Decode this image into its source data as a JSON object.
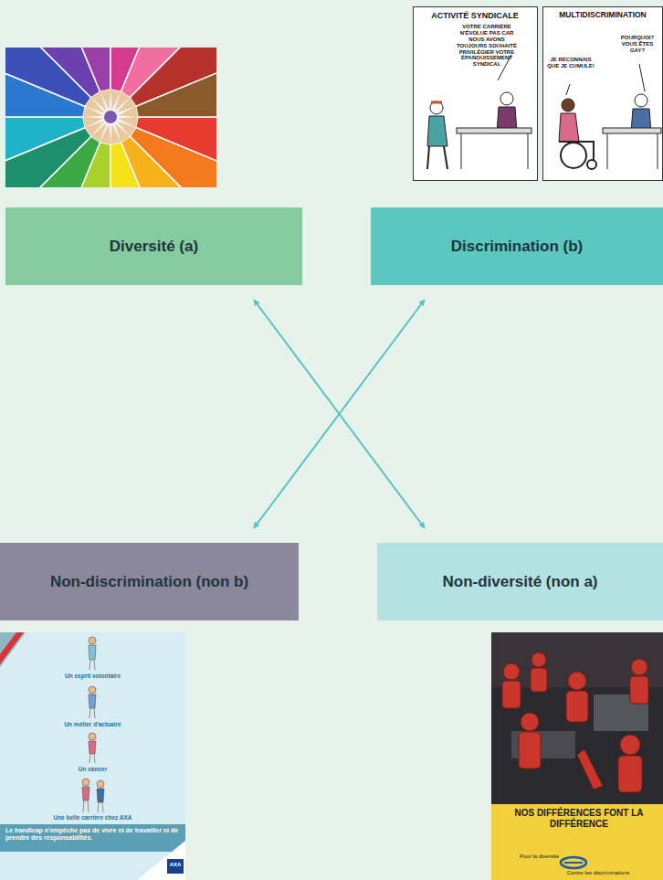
{
  "diagram": {
    "nodes": [
      {
        "text": [
          "Diversité (a)"
        ]
      },
      {
        "text": [
          "Discrimination (b)"
        ]
      },
      {
        "text": [
          "Non-discrimination (non b)"
        ]
      },
      {
        "text": [
          "Non-diversité (non a)"
        ]
      }
    ],
    "edges": [
      {
        "from": 0,
        "to": 3,
        "arrow": "both"
      },
      {
        "from": 1,
        "to": 2,
        "arrow": "both"
      }
    ],
    "labels": [
      "ACTIVITÉ SYNDICALE",
      "VOTRE CARRIÈRE N'ÉVOLUE PAS CAR NOUS AVONS TOUJOURS SOUHAITÉ PRIVILÉGIER VOTRE ÉPANOUISSEMENT SYNDICAL",
      "MULTIDISCRIMINATION",
      "JE RECONNAIS QUE JE CUMULE!",
      "POURQUOI? VOUS ÊTES GAY?",
      "Un esprit volontaire",
      "Un métier d'actuaire",
      "Un cancer",
      "Une belle carrière chez AXA",
      "Le handicap n'empêche pas de vivre ni de travailler ni de prendre des responsabilités.",
      "AXA",
      "NOS DIFFÉRENCES FONT LA DIFFÉRENCE",
      "Pour la diversité",
      "Contre les discriminations"
    ]
  }
}
